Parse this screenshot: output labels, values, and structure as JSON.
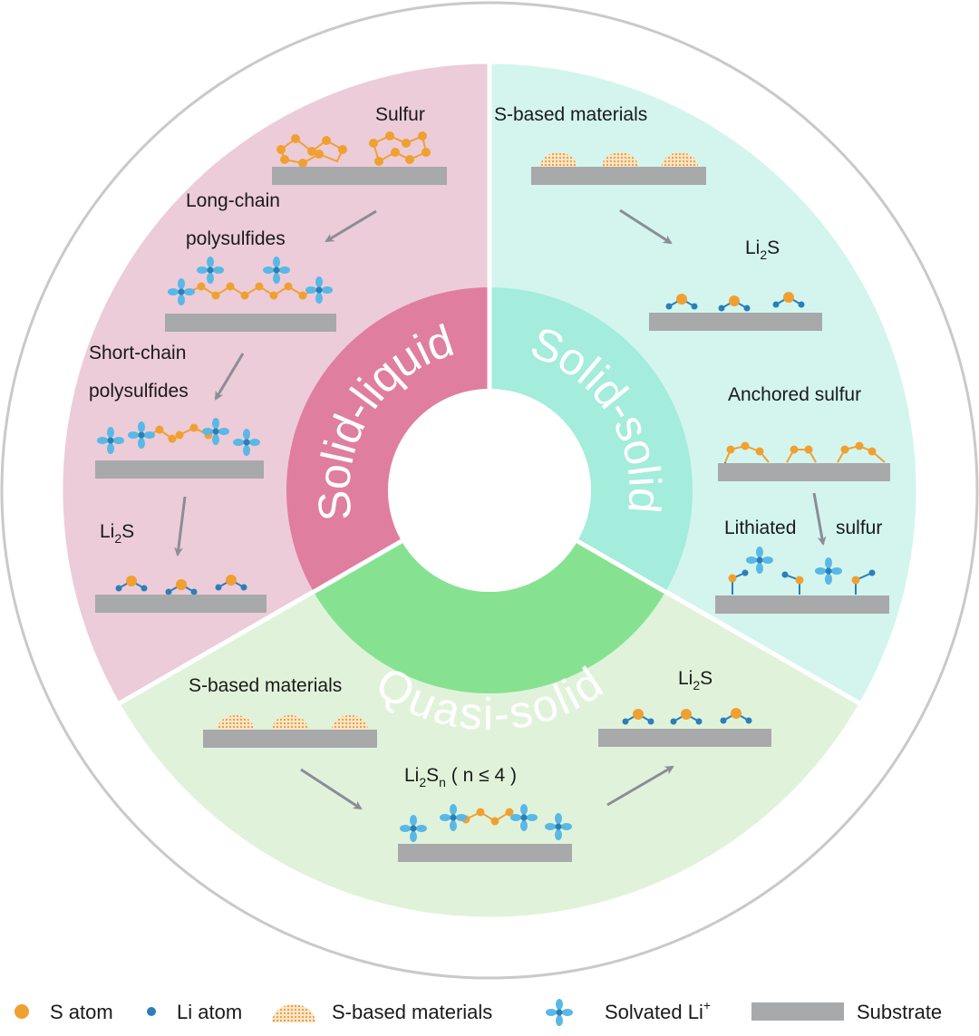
{
  "colors": {
    "s_atom": "#f0a030",
    "li_atom": "#2a7fb8",
    "substrate": "#a7a9ab",
    "arrow": "#8a8d96",
    "solvated_li": "#5ab8e6",
    "bg_solid_liquid": "#ecccd8",
    "bg_solid_solid": "#d3f5ee",
    "bg_quasi_solid": "#e0f3da",
    "ring_solid_liquid": "#e07e9f",
    "ring_solid_solid": "#a4ecdc",
    "ring_quasi_solid": "#86e291",
    "outer_ring": "#c9c9c9"
  },
  "sectors": {
    "solid_liquid": {
      "ring_label": "Solid-liquid",
      "sulfur": "Sulfur",
      "long_chain_1": "Long-chain",
      "long_chain_2": "polysulfides",
      "short_chain_1": "Short-chain",
      "short_chain_2": "polysulfides",
      "li2s": {
        "a": "Li",
        "sub": "2",
        "b": "S"
      }
    },
    "solid_solid": {
      "ring_label": "Solid-solid",
      "s_based": "S-based materials",
      "li2s": {
        "a": "Li",
        "sub": "2",
        "b": "S"
      },
      "anchored": "Anchored sulfur",
      "lithiated_1": "Lithiated",
      "lithiated_2": "sulfur"
    },
    "quasi_solid": {
      "ring_label": "Quasi-solid",
      "s_based": "S-based materials",
      "li2sn": {
        "a": "Li",
        "sub1": "2",
        "b": "S",
        "sub2": "n",
        "c": " ( n ≤ 4 )"
      },
      "li2s": {
        "a": "Li",
        "sub": "2",
        "b": "S"
      }
    }
  },
  "legend": {
    "s_atom": "S atom",
    "li_atom": "Li atom",
    "s_based": "S-based materials",
    "solvated": "Solvated Li",
    "solvated_sup": "+",
    "substrate": "Substrate"
  }
}
